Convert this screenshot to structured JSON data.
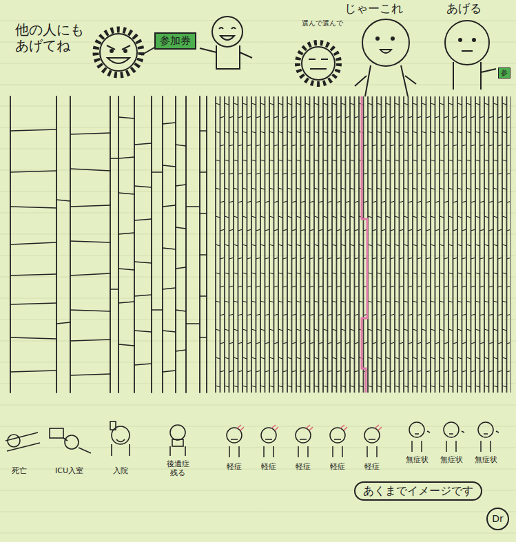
{
  "diagram": {
    "nodes": [
      {
        "text": [
          "参加券"
        ]
      },
      {
        "text": [
          "参"
        ]
      },
      {
        "text": [
          "あくまでイメージです"
        ]
      },
      {
        "text": [
          "Dr"
        ]
      }
    ],
    "labels": [
      "他の人にもあげてね",
      "選んで選んで",
      "じゃーこれ",
      "あげる",
      "死亡",
      "ICU入室",
      "入院",
      "後遺症残る",
      "軽症",
      "軽症",
      "軽症",
      "軽症",
      "軽症",
      "無症状",
      "無症状",
      "無症状"
    ]
  }
}
